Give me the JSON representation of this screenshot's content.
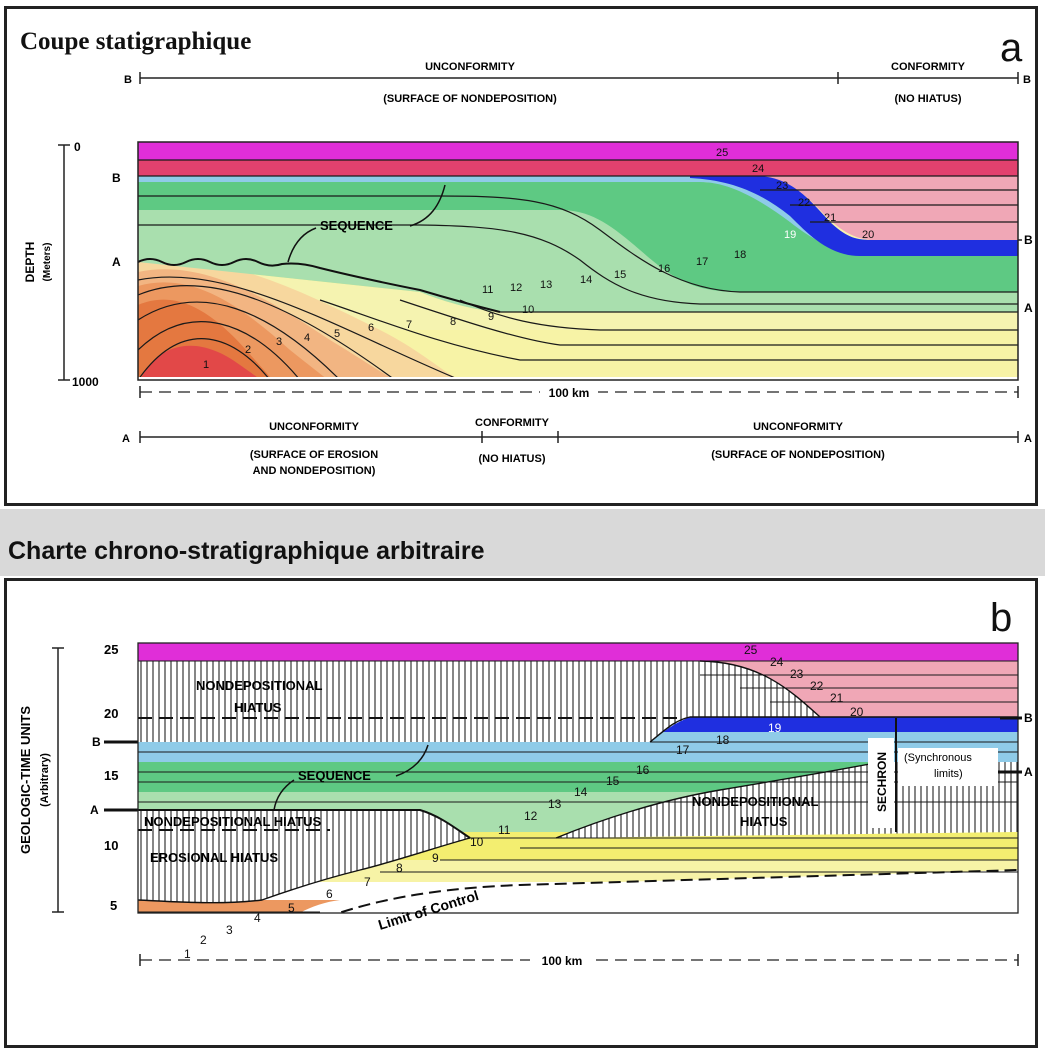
{
  "panel_a": {
    "title": "Coupe statigraphique",
    "letter": "a",
    "top_b_unconformity": "UNCONFORMITY",
    "top_b_unconformity_note": "(SURFACE OF NONDEPOSITION)",
    "top_b_conformity": "CONFORMITY",
    "top_b_conformity_note": "(NO HIATUS)",
    "marker_a": "A",
    "marker_b": "B",
    "depth_label": "DEPTH",
    "depth_unit": "(Meters)",
    "depth_top": "0",
    "depth_bottom": "1000",
    "sequence_label": "SEQUENCE",
    "scale_label": "100 km",
    "bottom_unconformity_1": "UNCONFORMITY",
    "bottom_unconformity_1_note_1": "(SURFACE OF EROSION",
    "bottom_unconformity_1_note_2": "AND NONDEPOSITION)",
    "bottom_conformity": "CONFORMITY",
    "bottom_conformity_note": "(NO HIATUS)",
    "bottom_unconformity_2": "UNCONFORMITY",
    "bottom_unconformity_2_note": "(SURFACE OF NONDEPOSITION)"
  },
  "panel_b_header": "Charte chrono-stratigraphique arbitraire",
  "panel_b": {
    "letter": "b",
    "axis_label": "GEOLOGIC-TIME UNITS",
    "axis_unit": "(Arbitrary)",
    "ticks": [
      "25",
      "20",
      "15",
      "10",
      "5"
    ],
    "marker_a": "A",
    "marker_b": "B",
    "nondepositional_hiatus_upper_1": "NONDEPOSITIONAL",
    "nondepositional_hiatus_upper_2": "HIATUS",
    "nondepositional_hiatus_left": "NONDEPOSITIONAL HIATUS",
    "erosional_hiatus": "EROSIONAL HIATUS",
    "nondepositional_hiatus_right_1": "NONDEPOSITIONAL",
    "nondepositional_hiatus_right_2": "HIATUS",
    "sequence_label": "SEQUENCE",
    "sechron_label": "SECHRON",
    "synchronous_1": "(Synchronous",
    "synchronous_2": "limits)",
    "limit_of_control": "Limit of Control",
    "scale_label": "100 km"
  },
  "layer_numbers": [
    "1",
    "2",
    "3",
    "4",
    "5",
    "6",
    "7",
    "8",
    "9",
    "10",
    "11",
    "12",
    "13",
    "14",
    "15",
    "16",
    "17",
    "18",
    "19",
    "20",
    "21",
    "22",
    "23",
    "24",
    "25"
  ]
}
